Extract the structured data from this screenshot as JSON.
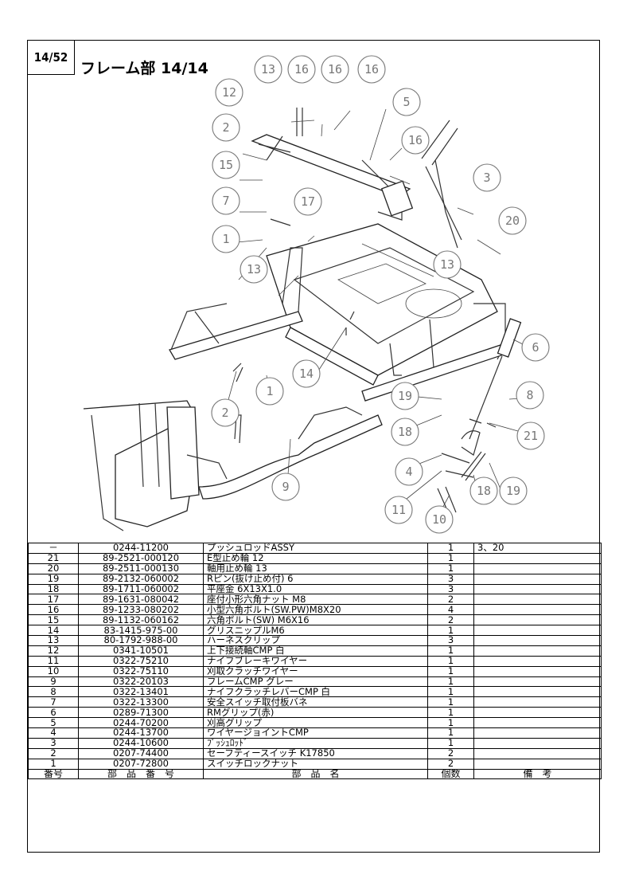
{
  "header": {
    "page_number": "14/52",
    "title": "フレーム部 14/14"
  },
  "callouts": [
    "13",
    "16",
    "16",
    "16",
    "12",
    "5",
    "2",
    "16",
    "15",
    "3",
    "7",
    "17",
    "20",
    "1",
    "13",
    "13",
    "6",
    "14",
    "1",
    "8",
    "19",
    "2",
    "18",
    "21",
    "4",
    "9",
    "18",
    "19",
    "11",
    "10"
  ],
  "table": {
    "columns": [
      "番号",
      "部　品　番　号",
      "部　品　名",
      "個数",
      "備　考"
    ],
    "rows": [
      {
        "no": "－",
        "part_number": "0244-11200",
        "name": "プッシュロッドASSY",
        "qty": "1",
        "remarks": "3、20"
      },
      {
        "no": "21",
        "part_number": "89-2521-000120",
        "name": "E型止め輪 12",
        "qty": "1",
        "remarks": ""
      },
      {
        "no": "20",
        "part_number": "89-2511-000130",
        "name": "軸用止め輪 13",
        "qty": "1",
        "remarks": ""
      },
      {
        "no": "19",
        "part_number": "89-2132-060002",
        "name": "Rピン(抜け止め付) 6",
        "qty": "3",
        "remarks": ""
      },
      {
        "no": "18",
        "part_number": "89-1711-060002",
        "name": "平座金 6X13X1.0",
        "qty": "3",
        "remarks": ""
      },
      {
        "no": "17",
        "part_number": "89-1631-080042",
        "name": "座付小形六角ナット M8",
        "qty": "2",
        "remarks": ""
      },
      {
        "no": "16",
        "part_number": "89-1233-080202",
        "name": "小型六角ボルト(SW.PW)M8X20",
        "qty": "4",
        "remarks": ""
      },
      {
        "no": "15",
        "part_number": "89-1132-060162",
        "name": "六角ボルト(SW) M6X16",
        "qty": "2",
        "remarks": ""
      },
      {
        "no": "14",
        "part_number": "83-1415-975-00",
        "name": "グリスニップルM6",
        "qty": "1",
        "remarks": ""
      },
      {
        "no": "13",
        "part_number": "80-1792-988-00",
        "name": "ハーネスクリップ",
        "qty": "3",
        "remarks": ""
      },
      {
        "no": "12",
        "part_number": "0341-10501",
        "name": "上下接続軸CMP 白",
        "qty": "1",
        "remarks": ""
      },
      {
        "no": "11",
        "part_number": "0322-75210",
        "name": "ナイフブレーキワイヤー",
        "qty": "1",
        "remarks": ""
      },
      {
        "no": "10",
        "part_number": "0322-75110",
        "name": "刈取クラッチワイヤー",
        "qty": "1",
        "remarks": ""
      },
      {
        "no": "9",
        "part_number": "0322-20103",
        "name": "フレームCMP グレー",
        "qty": "1",
        "remarks": ""
      },
      {
        "no": "8",
        "part_number": "0322-13401",
        "name": "ナイフクラッチレバーCMP 白",
        "qty": "1",
        "remarks": ""
      },
      {
        "no": "7",
        "part_number": "0322-13300",
        "name": "安全スイッチ取付板バネ",
        "qty": "1",
        "remarks": ""
      },
      {
        "no": "6",
        "part_number": "0289-71300",
        "name": "RMグリップ(赤)",
        "qty": "1",
        "remarks": ""
      },
      {
        "no": "5",
        "part_number": "0244-70200",
        "name": "刈高グリップ",
        "qty": "1",
        "remarks": ""
      },
      {
        "no": "4",
        "part_number": "0244-13700",
        "name": "ワイヤージョイントCMP",
        "qty": "1",
        "remarks": ""
      },
      {
        "no": "3",
        "part_number": "0244-10600",
        "name": "ﾌﾟｯｼｭﾛｯﾄﾞ",
        "qty": "1",
        "remarks": ""
      },
      {
        "no": "2",
        "part_number": "0207-74400",
        "name": "セーフティースイッチ K17850",
        "qty": "2",
        "remarks": ""
      },
      {
        "no": "1",
        "part_number": "0207-72800",
        "name": "スイッチロックナット",
        "qty": "2",
        "remarks": ""
      }
    ]
  }
}
